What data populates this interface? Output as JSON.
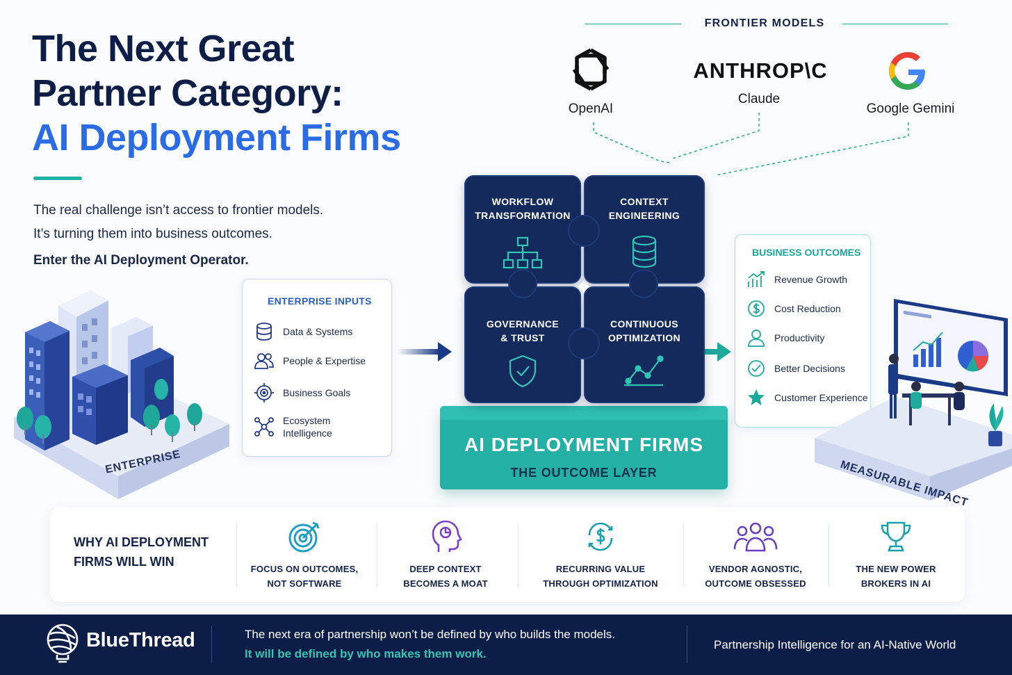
{
  "title": {
    "line1": "The Next Great",
    "line2": "Partner Category:",
    "line3": "AI Deployment Firms"
  },
  "intro": {
    "line1": "The real challenge isn’t access to frontier models.",
    "line2": "It’s turning them into business outcomes.",
    "line3": "Enter the AI Deployment Operator."
  },
  "frontier": {
    "title": "FRONTIER MODELS",
    "models": [
      {
        "name": "OpenAI",
        "icon": "openai-logo"
      },
      {
        "name": "Claude",
        "wordmark": "ANTHROP\\C",
        "icon": "anthropic-wordmark"
      },
      {
        "name": "Google Gemini",
        "icon": "google-g-logo"
      }
    ]
  },
  "enterprise": {
    "platform_label": "ENTERPRISE",
    "inputs_title": "ENTERPRISE INPUTS",
    "inputs": [
      {
        "label": "Data & Systems",
        "icon": "database-icon"
      },
      {
        "label": "People & Expertise",
        "icon": "people-icon"
      },
      {
        "label": "Business Goals",
        "icon": "target-icon"
      },
      {
        "label_l1": "Ecosystem",
        "label_l2": "Intelligence",
        "icon": "network-icon"
      }
    ]
  },
  "puzzle": {
    "pieces": [
      {
        "l1": "WORKFLOW",
        "l2": "TRANSFORMATION",
        "icon": "org-chart-icon"
      },
      {
        "l1": "CONTEXT",
        "l2": "ENGINEERING",
        "icon": "database-icon"
      },
      {
        "l1": "GOVERNANCE",
        "l2": "& TRUST",
        "icon": "shield-check-icon"
      },
      {
        "l1": "CONTINUOUS",
        "l2": "OPTIMIZATION",
        "icon": "line-chart-icon"
      }
    ],
    "base_title": "AI DEPLOYMENT FIRMS",
    "base_subtitle": "THE OUTCOME LAYER"
  },
  "outcomes": {
    "title": "BUSINESS OUTCOMES",
    "items": [
      {
        "label": "Revenue Growth",
        "icon": "growth-chart-icon"
      },
      {
        "label": "Cost Reduction",
        "icon": "dollar-circle-icon"
      },
      {
        "label": "Productivity",
        "icon": "person-icon"
      },
      {
        "label": "Better Decisions",
        "icon": "check-circle-icon"
      },
      {
        "label": "Customer Experience",
        "icon": "star-icon"
      }
    ],
    "platform_label": "MEASURABLE IMPACT"
  },
  "why": {
    "heading_l1": "WHY AI DEPLOYMENT",
    "heading_l2": "FIRMS WILL WIN",
    "items": [
      {
        "l1": "FOCUS ON OUTCOMES,",
        "l2": "NOT SOFTWARE",
        "icon": "target-arrow-icon"
      },
      {
        "l1": "DEEP CONTEXT",
        "l2": "BECOMES A MOAT",
        "icon": "head-brain-icon"
      },
      {
        "l1": "RECURRING VALUE",
        "l2": "THROUGH OPTIMIZATION",
        "icon": "dollar-cycle-icon"
      },
      {
        "l1": "VENDOR AGNOSTIC,",
        "l2": "OUTCOME OBSESSED",
        "icon": "group-icon"
      },
      {
        "l1": "THE NEW POWER",
        "l2": "BROKERS IN AI",
        "icon": "trophy-icon"
      }
    ]
  },
  "footer": {
    "brand": "BlueThread",
    "line1": "The next era of partnership won’t be defined by who builds the models.",
    "line2": "It will be defined by who makes them work.",
    "tagline": "Partnership Intelligence for an AI-Native World"
  },
  "colors": {
    "navy": "#0e1e47",
    "blue_accent": "#2b6be6",
    "teal": "#1fb3a6",
    "puzzle_navy": "#142a5c",
    "footer_bg": "#0c1d47"
  }
}
